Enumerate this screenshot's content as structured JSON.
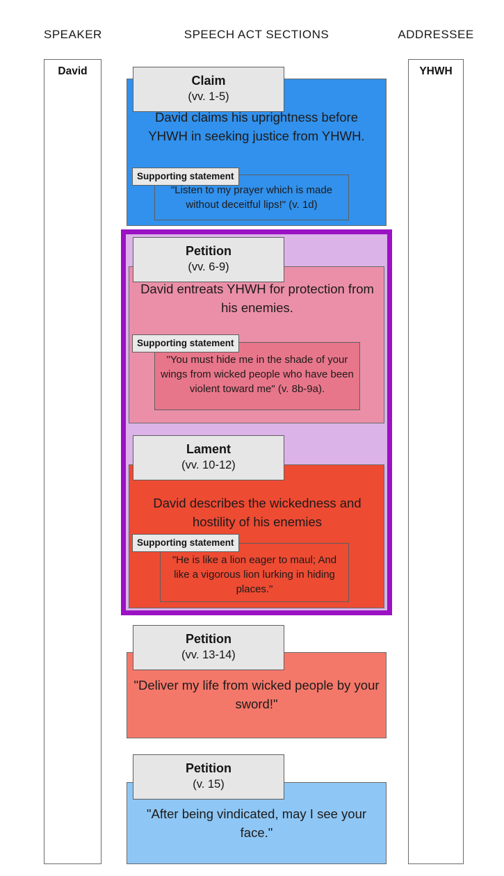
{
  "columns": {
    "speaker": {
      "header": "SPEAKER",
      "participant": "David"
    },
    "sections": {
      "header": "SPEECH ACT SECTIONS"
    },
    "addressee": {
      "header": "ADDRESSEE",
      "participant": "YHWH"
    }
  },
  "support_label": "Supporting statement",
  "colors": {
    "claim": "#3191ec",
    "petition_6_9": "#eb8fa8",
    "petition_6_9_support": "#e8768a",
    "lament": "#ee4b33",
    "petition_13_14": "#f4786a",
    "petition_15": "#8ec7f5",
    "group_border": "#9b11c4",
    "group_fill": "#dbb3e8",
    "tab_fill": "#e6e6e6"
  },
  "sections": [
    {
      "id": "claim",
      "title": "Claim",
      "verses": "(vv. 1-5)",
      "body": "David claims his uprightness before YHWH in seeking justice from YHWH.",
      "support": {
        "label": "Supporting statement",
        "text": "\"Listen to my prayer which is made without deceitful lips!\" (v. 1d)"
      }
    },
    {
      "id": "petition-6-9",
      "title": "Petition",
      "verses": "(vv. 6-9)",
      "body": "David entreats YHWH for protection from his enemies.",
      "support": {
        "label": "Supporting statement",
        "text": "\"You must hide me in the shade of your wings from wicked people who have been violent toward me\" (v. 8b-9a)."
      }
    },
    {
      "id": "lament",
      "title": "Lament",
      "verses": "(vv. 10-12)",
      "body": "David describes the wickedness and hostility of his enemies",
      "support": {
        "label": "Supporting statement",
        "text": "\"He is like a lion eager to maul; And like a vigorous lion lurking in hiding places.\""
      }
    },
    {
      "id": "petition-13-14",
      "title": "Petition",
      "verses": "(vv. 13-14)",
      "body": "\"Deliver my life from wicked people by your sword!\"",
      "support": null
    },
    {
      "id": "petition-15",
      "title": "Petition",
      "verses": "(v. 15)",
      "body": "\"After being vindicated, may I see your face.\"",
      "support": null
    }
  ]
}
